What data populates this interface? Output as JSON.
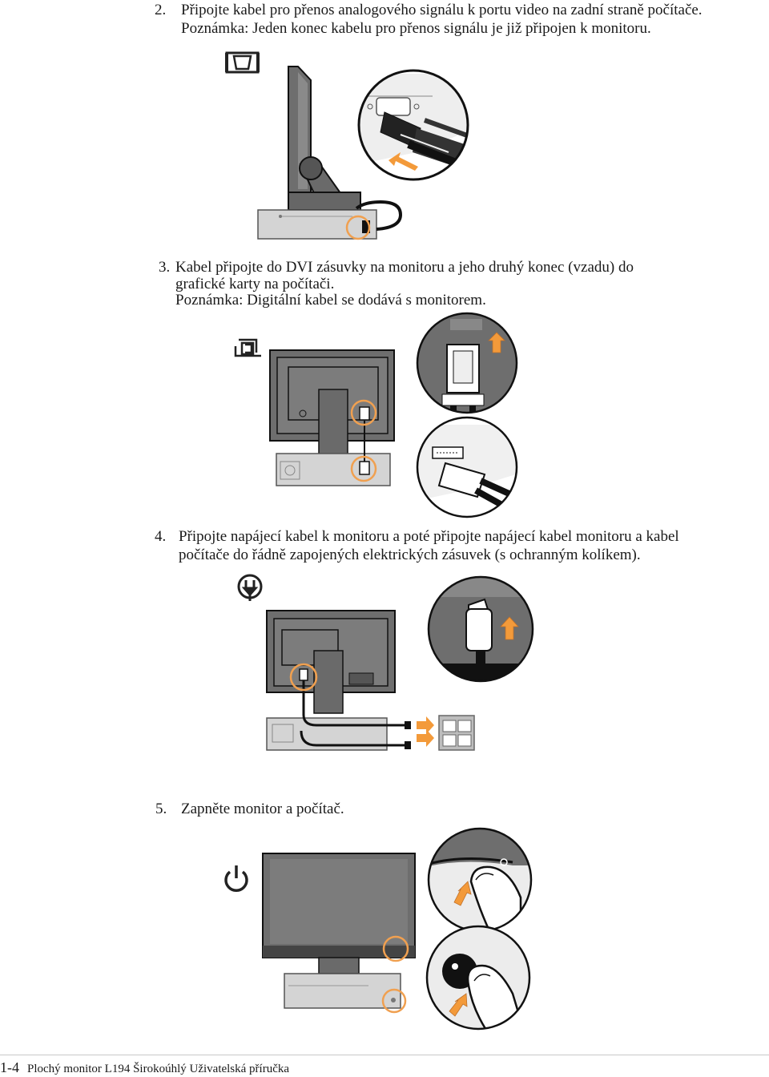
{
  "step2": {
    "number": "2.",
    "line1": "Připojte kabel pro přenos analogového signálu k  portu video na zadní straně počítače.",
    "line2": "Poznámka: Jeden konec kabelu pro přenos signálu je již připojen k  monitoru."
  },
  "step3": {
    "number": "3.",
    "line1": "Kabel připojte do DVI zásuvky na monitoru a jeho druhý konec (vzadu) do",
    "line2": "grafické karty na počítači.",
    "line3": "Poznámka: Digitální kabel se dodává s monitorem."
  },
  "step4": {
    "number": "4.",
    "line1": "Připojte napájecí kabel k  monitoru a  poté připojte napájecí kabel monitoru a  kabel",
    "line2": "počítače do řádně zapojených elektrických zásuvek (s  ochranným kolíkem)."
  },
  "step5": {
    "number": "5.",
    "line1": "Zapněte monitor a  počítač."
  },
  "footer": {
    "page": "1-4",
    "title": "Plochý monitor L194 Širokoúhlý Uživatelská příručka"
  },
  "colors": {
    "highlight_ring": "#f0a050",
    "arrow": "#f39a3a",
    "line_art": "#1a1a1a",
    "gray_panel": "#6e6e6e"
  },
  "icons": [
    "vga-icon",
    "dvi-icon",
    "power-plug-icon",
    "power-button-icon"
  ]
}
